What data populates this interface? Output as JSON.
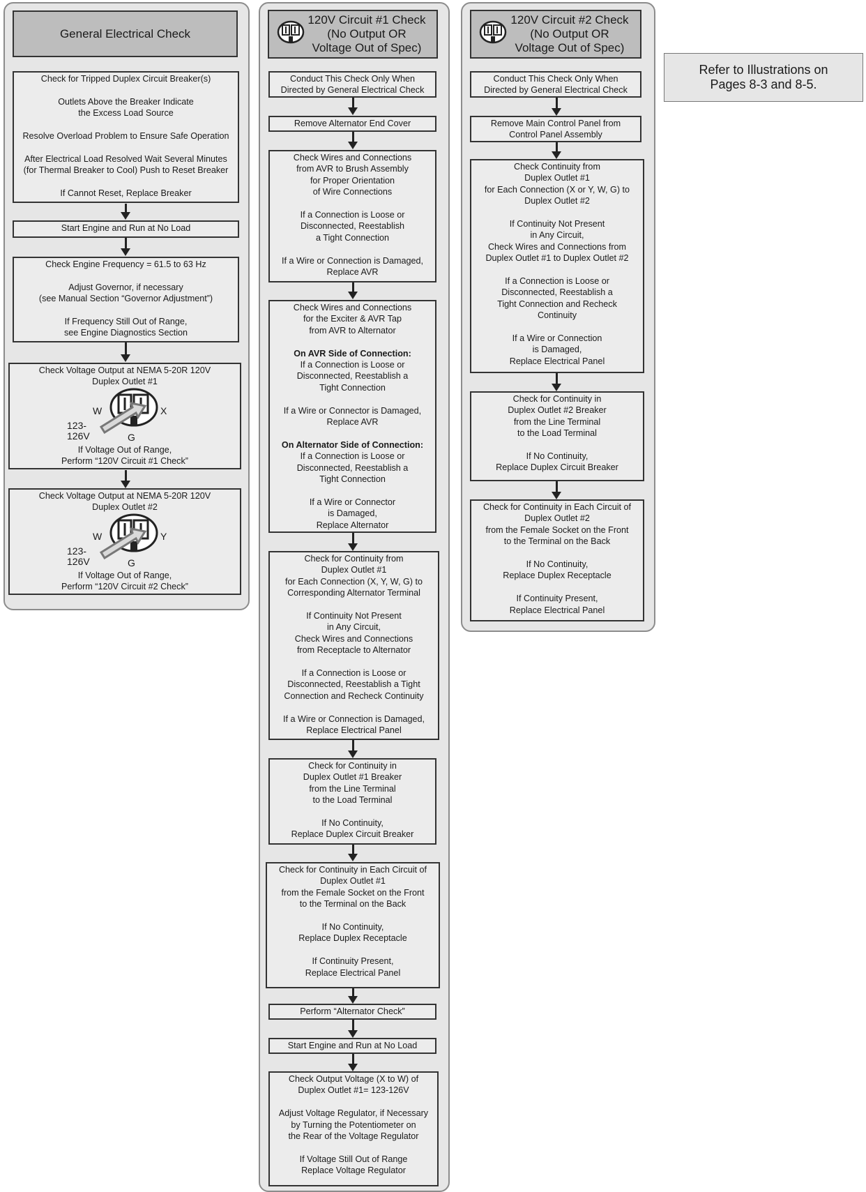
{
  "reference_note": "Refer to Illustrations on\nPages 8-3 and 8-5.",
  "general_check": {
    "title": "General Electrical Check",
    "steps": [
      [
        "Check for Tripped Duplex Circuit Breaker(s)",
        "Outlets Above the Breaker Indicate\nthe Excess Load Source",
        "Resolve Overload Problem to Ensure Safe Operation",
        "After Electrical Load Resolved Wait Several Minutes\n(for Thermal Breaker to Cool) Push to Reset Breaker",
        "If Cannot Reset, Replace Breaker"
      ],
      [
        "Start Engine and Run at No Load"
      ],
      [
        "Check Engine Frequency = 61.5 to 63 Hz",
        "Adjust Governor, if necessary\n(see Manual Section “Governor Adjustment”)",
        "If Frequency Still Out of Range,\nsee Engine Diagnostics Section"
      ]
    ],
    "outlet1": {
      "title": "Check Voltage Output at NEMA 5-20R 120V\nDuplex Outlet #1",
      "label_w": "W",
      "label_x": "X",
      "label_g": "G",
      "label_voltage": "123-\n126V",
      "footer": "If Voltage Out of Range,\nPerform “120V Circuit #1 Check”"
    },
    "outlet2": {
      "title": "Check Voltage Output at NEMA 5-20R 120V\nDuplex Outlet #2",
      "label_w": "W",
      "label_y": "Y",
      "label_g": "G",
      "label_voltage": "123-\n126V",
      "footer": "If Voltage Out of Range,\nPerform “120V Circuit #2 Check”"
    }
  },
  "circuit1": {
    "title": "120V Circuit #1 Check\n(No Output OR\nVoltage Out of Spec)",
    "steps": [
      [
        "Conduct This Check Only When\nDirected by General Electrical Check"
      ],
      [
        "Remove Alternator End Cover"
      ],
      [
        "Check Wires and Connections\nfrom AVR to Brush Assembly\nfor Proper Orientation\nof Wire Connections",
        "If a Connection is Loose or\nDisconnected, Reestablish\na Tight Connection",
        "If a Wire or Connection is Damaged,\nReplace AVR"
      ],
      [
        "Check Wires and Connections\nfor the Exciter & AVR Tap\nfrom AVR to Alternator",
        "On AVR Side of Connection:",
        "If a Wire or Connector is Damaged,\nReplace AVR",
        "On Alternator Side of Connection:",
        "If a Wire or Connector\nis Damaged,\nReplace Alternator"
      ],
      [
        "Check for Continuity from\nDuplex Outlet #1\nfor Each Connection (X, Y, W, G) to\nCorresponding Alternator Terminal",
        "If Continuity Not Present\nin Any Circuit,\nCheck Wires and Connections\nfrom Receptacle to Alternator",
        "If a Connection is Loose or\nDisconnected, Reestablish a Tight\nConnection and Recheck Continuity",
        "If a Wire or Connection is Damaged,\nReplace Electrical Panel"
      ],
      [
        "Check for Continuity in\nDuplex Outlet #1 Breaker\nfrom the Line Terminal\nto the Load Terminal",
        "If No Continuity,\nReplace Duplex Circuit Breaker"
      ],
      [
        "Check for Continuity in Each Circuit of\nDuplex Outlet #1\nfrom the Female Socket on the Front\nto the Terminal on the Back",
        "If No Continuity,\nReplace Duplex Receptacle",
        "If Continuity Present,\nReplace Electrical Panel"
      ],
      [
        "Perform “Alternator Check”"
      ],
      [
        "Start Engine and Run at No Load"
      ],
      [
        "Check Output Voltage (X to W) of\nDuplex Outlet #1= 123-126V",
        "Adjust Voltage Regulator, if Necessary\nby Turning the Potentiometer on\nthe Rear of the Voltage Regulator",
        "If Voltage Still Out of Range\nReplace Voltage Regulator"
      ]
    ],
    "avr_side_action": "If a Connection is Loose or\nDisconnected, Reestablish a\nTight Connection",
    "alt_side_action": "If a Connection is Loose or\nDisconnected, Reestablish a\nTight Connection"
  },
  "circuit2": {
    "title": "120V Circuit #2 Check\n(No Output OR\nVoltage Out of Spec)",
    "steps": [
      [
        "Conduct This Check Only When\nDirected by General Electrical Check"
      ],
      [
        "Remove Main Control Panel from\nControl Panel Assembly"
      ],
      [
        "Check Continuity from\nDuplex Outlet #1\nfor Each Connection (X or Y, W, G) to\nDuplex Outlet #2",
        "If Continuity Not Present\nin Any Circuit,\nCheck Wires and Connections from\nDuplex Outlet #1 to Duplex Outlet #2",
        "If a Connection is Loose or\nDisconnected, Reestablish a\nTight Connection and Recheck\nContinuity",
        "If a Wire or Connection\nis Damaged,\nReplace Electrical Panel"
      ],
      [
        "Check for Continuity in\nDuplex Outlet #2 Breaker\nfrom the Line Terminal\nto the Load Terminal",
        "If No Continuity,\nReplace Duplex Circuit Breaker"
      ],
      [
        "Check for Continuity in Each Circuit of\nDuplex Outlet #2\nfrom the Female Socket on the Front\nto the Terminal on the Back",
        "If No Continuity,\nReplace Duplex Receptacle",
        "If Continuity Present,\nReplace Electrical Panel"
      ]
    ]
  },
  "colors": {
    "panel": "#e6e6e6",
    "header": "#bdbdbd",
    "box": "#ececec",
    "border": "#333333"
  },
  "icons": [
    "duplex-outlet-icon",
    "down-arrow-icon"
  ]
}
